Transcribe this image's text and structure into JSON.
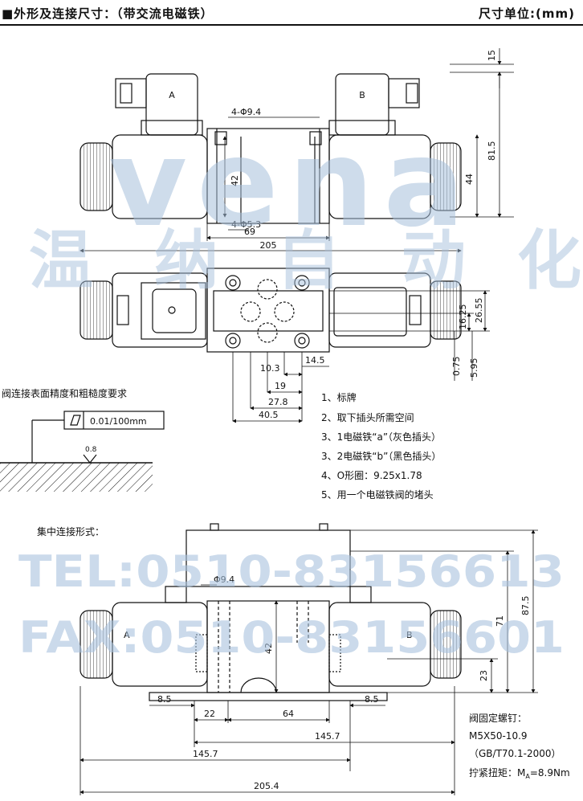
{
  "header": {
    "title": "■外形及连接尺寸：（带交流电磁铁）",
    "unit": "尺寸单位:(mm)"
  },
  "watermark": {
    "brand": "vena",
    "company_cn": [
      "温",
      "纳",
      "自",
      "动",
      "化"
    ],
    "tel": "TEL:0510-83156613",
    "fax": "FAX:0510-83156601"
  },
  "top_view": {
    "solenoid_a": "A",
    "solenoid_b": "B",
    "dims": {
      "d15": "15",
      "d81_5": "81.5",
      "d44": "44",
      "d42": "42",
      "hole_top": "4-Φ9.4",
      "hole_bottom": "4-Φ5.3",
      "d69": "69",
      "d205": "205"
    }
  },
  "plan_view": {
    "dims": {
      "d26_55": "26.55",
      "d16_25": "16.25",
      "d0_75": "0.75",
      "d5_95": "5.95",
      "d10_3": "10.3",
      "d14_5": "14.5",
      "d19": "19",
      "d27_8": "27.8",
      "d40_5": "40.5"
    }
  },
  "surface": {
    "title": "阀连接表面精度和粗糙度要求",
    "flatness": "0.01/100mm",
    "roughness": "0.8"
  },
  "notes": [
    "1、标牌",
    "2、取下插头所需空间",
    "3、1电磁铁“a”（灰色插头）",
    "3、2电磁铁“b”（黑色插头）",
    "4、O形圈：9.25x1.78",
    "5、用一个电磁铁阀的堵头"
  ],
  "manifold": {
    "title": "集中连接形式：",
    "solenoid_a": "A",
    "solenoid_b": "B",
    "dims": {
      "phi": "Φ9.4",
      "d42": "42",
      "d87_5": "87.5",
      "d71": "71",
      "d23": "23",
      "d8_5_left": "8.5",
      "d8_5_right": "8.5",
      "d22": "22",
      "d64": "64",
      "d145_7_a": "145.7",
      "d145_7_b": "145.7",
      "d205_4": "205.4"
    }
  },
  "screw": {
    "title": "阀固定螺钉：",
    "spec": "M5X50-10.9",
    "standard": "（GB/T70.1-2000）",
    "torque_label": "拧紧扭矩：",
    "torque_sym": "M",
    "torque_sub": "A",
    "torque_value": "=8.9Nm"
  }
}
